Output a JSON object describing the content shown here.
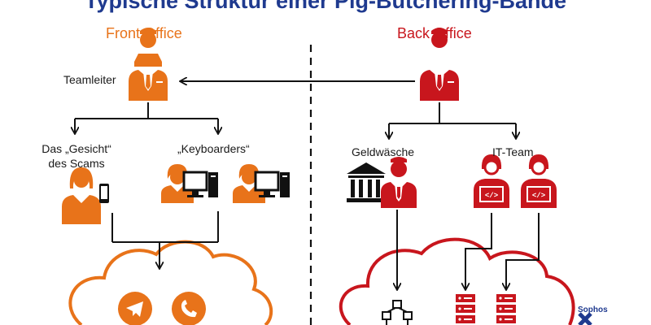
{
  "header": {
    "title": "Typische Struktur einer Pig-Butchering-Bande"
  },
  "front_office": {
    "heading": "Front Office",
    "color": "#e8731a",
    "roles": {
      "teamleiter": "Teamleiter",
      "gesicht_line1": "Das „Gesicht“",
      "gesicht_line2": "des Scams",
      "keyboarders": "„Keyboarders“"
    }
  },
  "back_office": {
    "heading": "Back Office",
    "color": "#c8161d",
    "roles": {
      "geldwaesche": "Geldwäsche",
      "it_team": "IT-Team"
    }
  },
  "icons": {
    "person_front": "person-orange-icon",
    "person_back": "person-red-icon",
    "bank": "bank-icon",
    "phone": "smartphone-icon",
    "computer": "desktop-computer-icon",
    "laptop": "laptop-code-icon",
    "telegram": "telegram-icon",
    "whatsapp": "whatsapp-icon",
    "blocks": "blockchain-icon",
    "server": "server-icon"
  },
  "brand": {
    "line1": "Sophos",
    "line2": "X-Ops"
  }
}
